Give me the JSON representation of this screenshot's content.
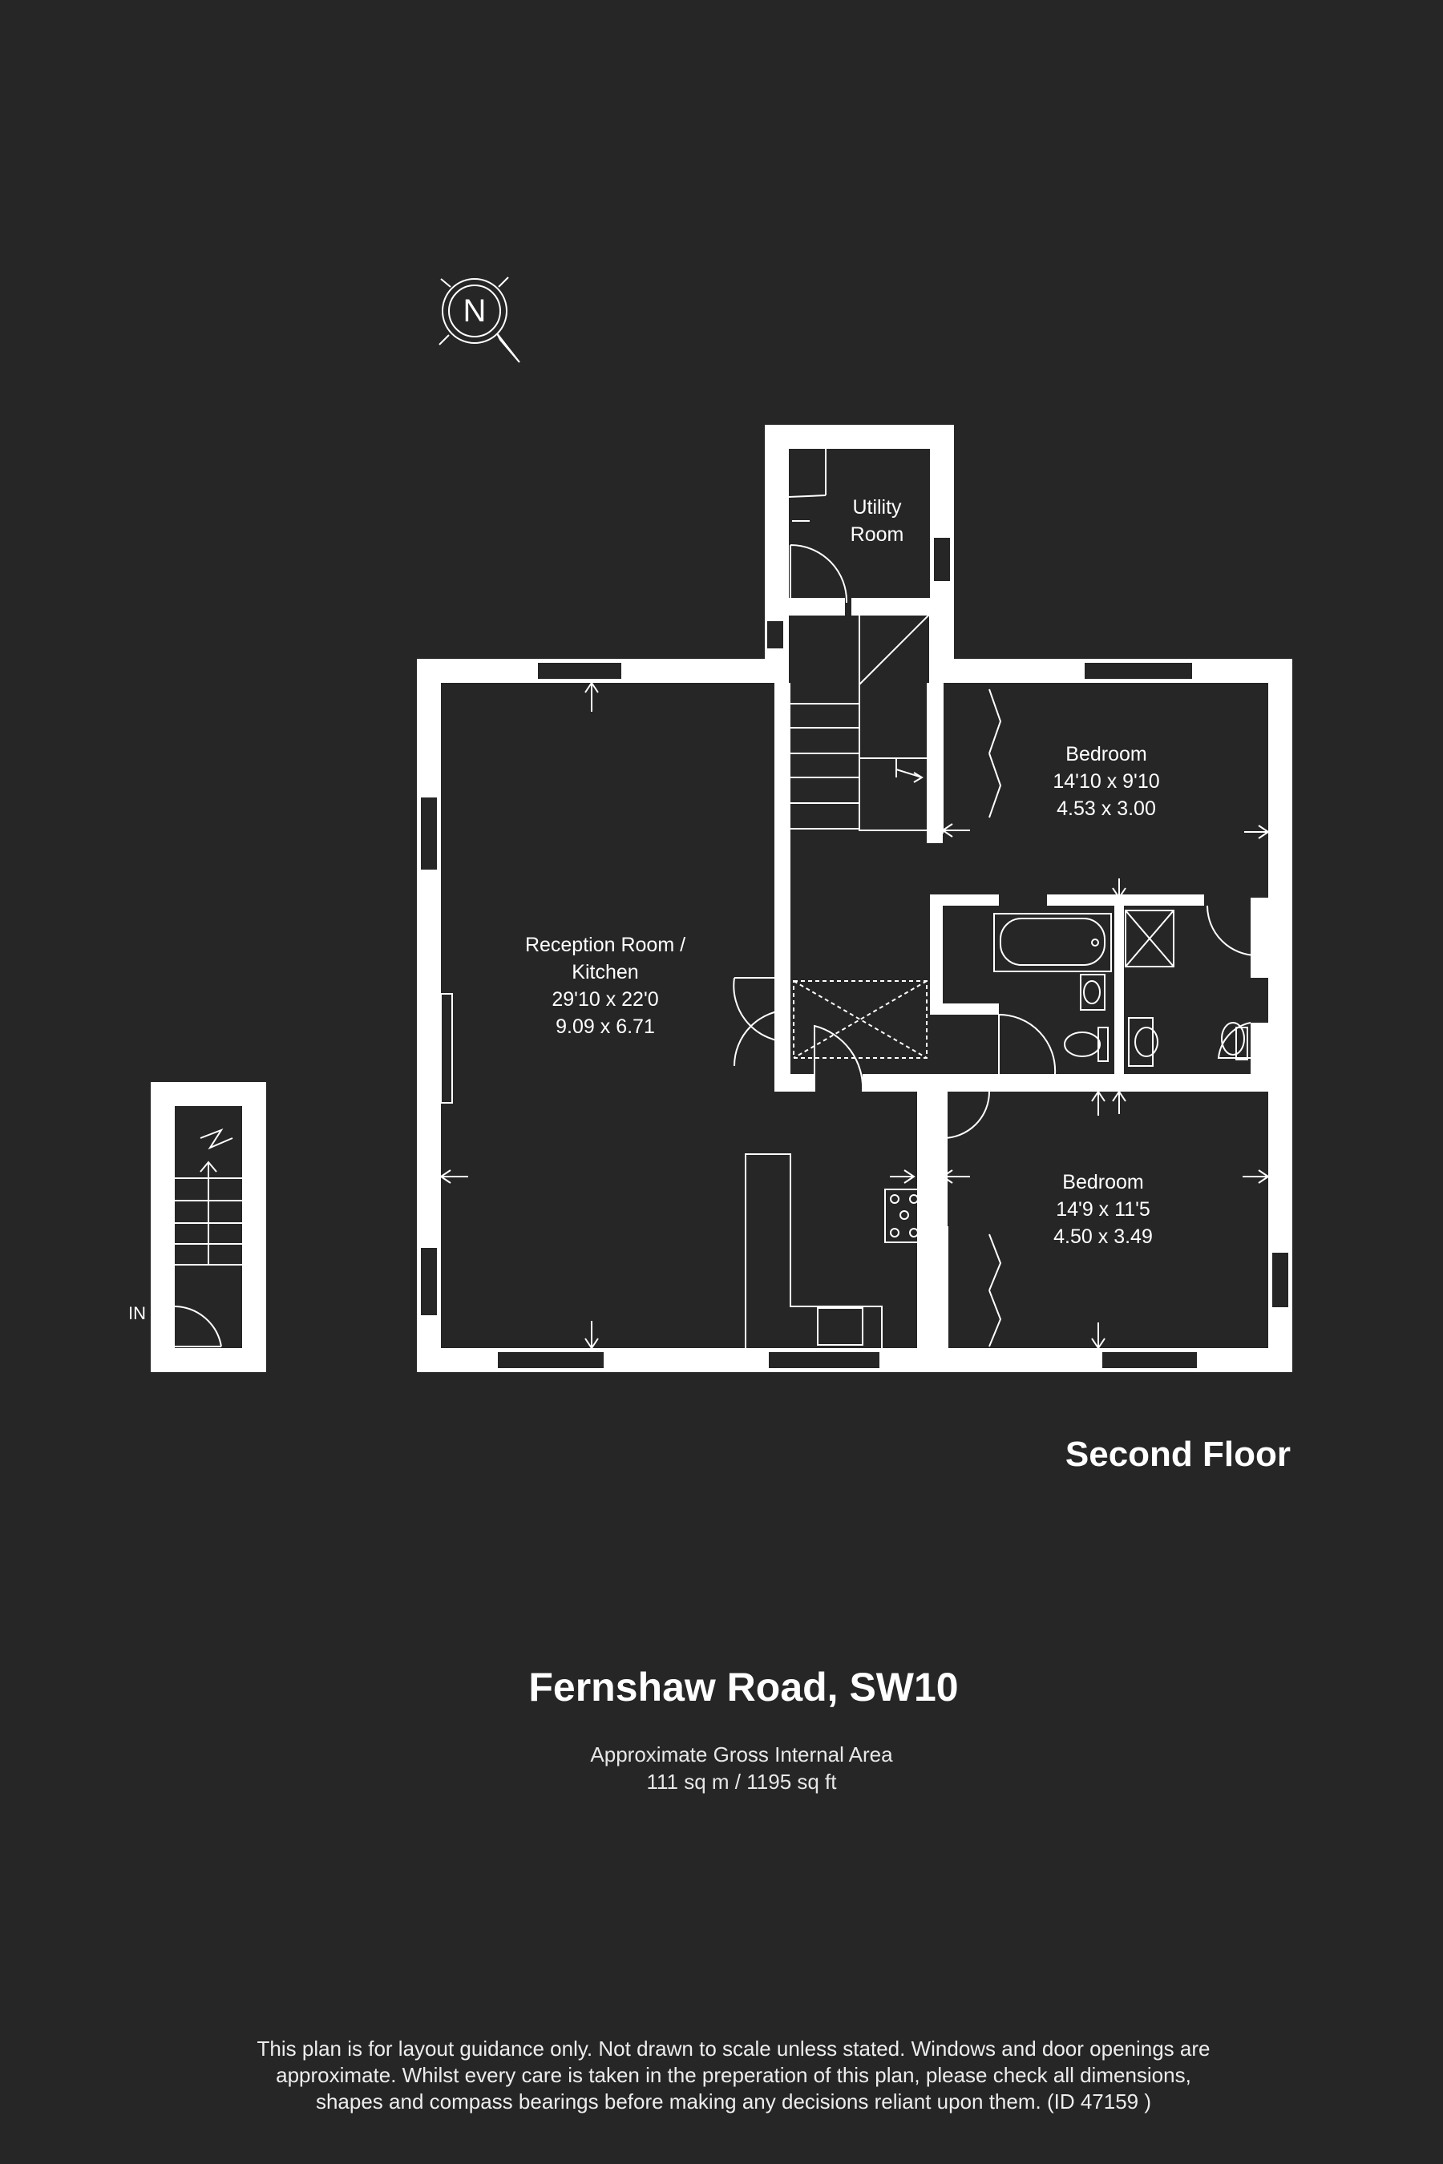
{
  "plan": {
    "title": "Fernshaw Road, SW10",
    "floor": "Second Floor",
    "area_heading": "Approximate Gross Internal Area",
    "area_value": "111 sq m / 1195 sq ft",
    "disclaimer": [
      "This plan is for layout guidance only. Not drawn to scale unless stated. Windows and door openings are",
      "approximate. Whilst every care is taken in the preperation of this plan, please check all dimensions,",
      "shapes and compass bearings before making any decisions reliant upon them. (ID 47159 )"
    ],
    "compass_letter": "N",
    "entrance_label": "IN"
  },
  "rooms": {
    "utility": {
      "line1": "Utility",
      "line2": "Room"
    },
    "reception": {
      "line1": "Reception Room /",
      "line2": "Kitchen",
      "imperial": "29'10 x 22'0",
      "metric": "9.09 x 6.71"
    },
    "bedroom1": {
      "name": "Bedroom",
      "imperial": "14'10 x 9'10",
      "metric": "4.53 x 3.00"
    },
    "bedroom2": {
      "name": "Bedroom",
      "imperial": "14'9 x 11'5",
      "metric": "4.50 x 3.49"
    }
  },
  "colors": {
    "background": "#262626",
    "walls": "#ffffff",
    "lines": "#ffffff"
  }
}
